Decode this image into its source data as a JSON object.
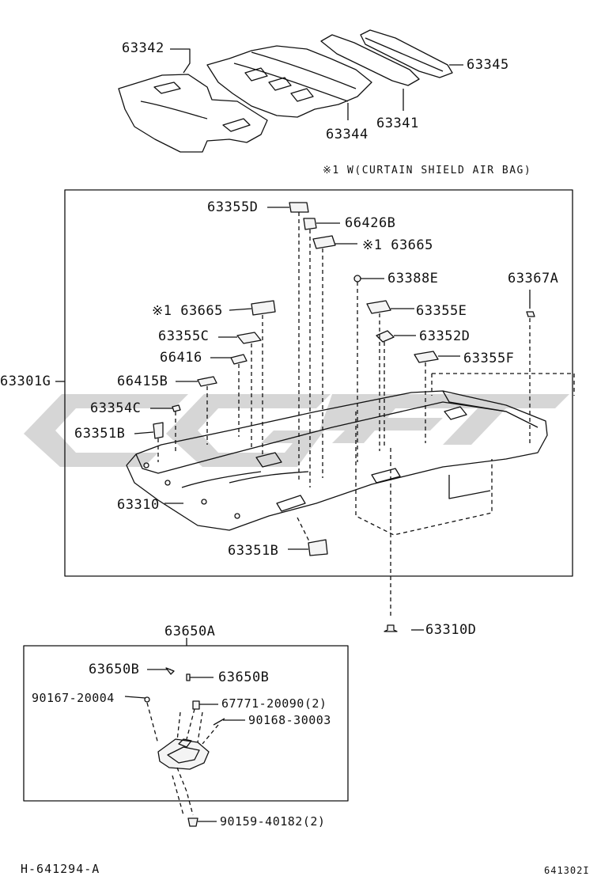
{
  "note": "※1 W(CURTAIN SHIELD AIR BAG)",
  "labels": {
    "p63342": "63342",
    "p63345": "63345",
    "p63341": "63341",
    "p63344": "63344",
    "p63301G": "63301G",
    "p63355D": "63355D",
    "p66426B": "66426B",
    "p63665_top": "※1 63665",
    "p63388E": "63388E",
    "p63367A": "63367A",
    "p63665_left": "※1 63665",
    "p63355E": "63355E",
    "p63355C": "63355C",
    "p63352D": "63352D",
    "p66416": "66416",
    "p63355F": "63355F",
    "p66415B": "66415B",
    "p63354C": "63354C",
    "p63351B_left": "63351B",
    "p63310": "63310",
    "p63351B_bottom": "63351B",
    "p63310D": "63310D",
    "p63650A": "63650A",
    "p63650B_left": "63650B",
    "p63650B_right": "63650B",
    "p90167": "90167-20004",
    "p67771": "67771-20090(2)",
    "p90168": "90168-30003",
    "p90159": "90159-40182(2)"
  },
  "footer": {
    "left": "H-641294-A",
    "right": "641302I"
  },
  "colors": {
    "line": "#111111",
    "watermark": "#c8c8c8",
    "part_fill": "#f4f4f4"
  }
}
